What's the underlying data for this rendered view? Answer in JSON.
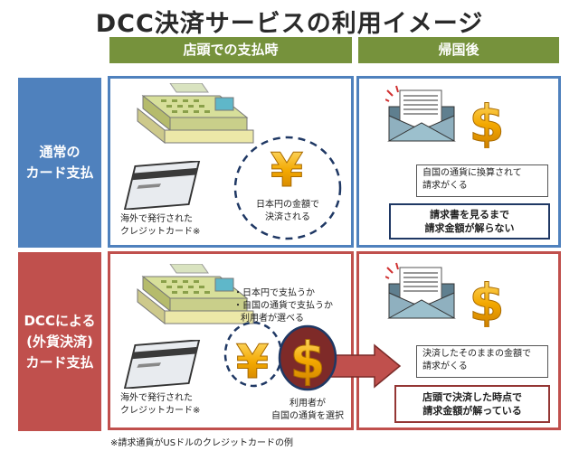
{
  "title": "DCC決済サービスの利用イメージ",
  "columns": {
    "at_store": "店頭での支払時",
    "after_return": "帰国後"
  },
  "rows": {
    "normal": {
      "label_line1": "通常の",
      "label_line2": "カード支払",
      "card_caption_line1": "海外で発行された",
      "card_caption_line2": "クレジットカード※",
      "yen_caption_line1": "日本円の金額で",
      "yen_caption_line2": "決済される",
      "bill_caption_line1": "自国の通貨に換算されて",
      "bill_caption_line2": "請求がくる",
      "result_line1": "請求書を見るまで",
      "result_line2": "請求金額が解らない"
    },
    "dcc": {
      "label_line1": "DCCによる",
      "label_line2": "(外貨決済)",
      "label_line3": "カード支払",
      "options_line1": "・日本円で支払うか",
      "options_line2": "・自国の通貨で支払うか",
      "options_line3": "利用者が選べる",
      "card_caption_line1": "海外で発行された",
      "card_caption_line2": "クレジットカード※",
      "choice_line1": "利用者が",
      "choice_line2": "自国の通貨を選択",
      "bill_caption_line1": "決済したそのままの金額で",
      "bill_caption_line2": "請求がくる",
      "result_line1": "店頭で決済した時点で",
      "result_line2": "請求金額が解っている"
    }
  },
  "footnote": "※請求通貨がUSドルのクレジットカードの例",
  "symbols": {
    "yen": "¥",
    "dollar": "$"
  },
  "icons": {
    "register": "cash-register-icon",
    "card": "credit-card-icon",
    "envelope": "envelope-bill-icon",
    "yen": "yen-coin-icon",
    "dollar": "dollar-coin-icon",
    "arrow": "right-arrow-icon"
  },
  "colors": {
    "header_green": "#76923c",
    "normal_blue": "#4f81bd",
    "dcc_red": "#c0504d",
    "gold": "#f0a000",
    "dark_blue_border": "#1f3864",
    "dark_red_border": "#943634"
  }
}
